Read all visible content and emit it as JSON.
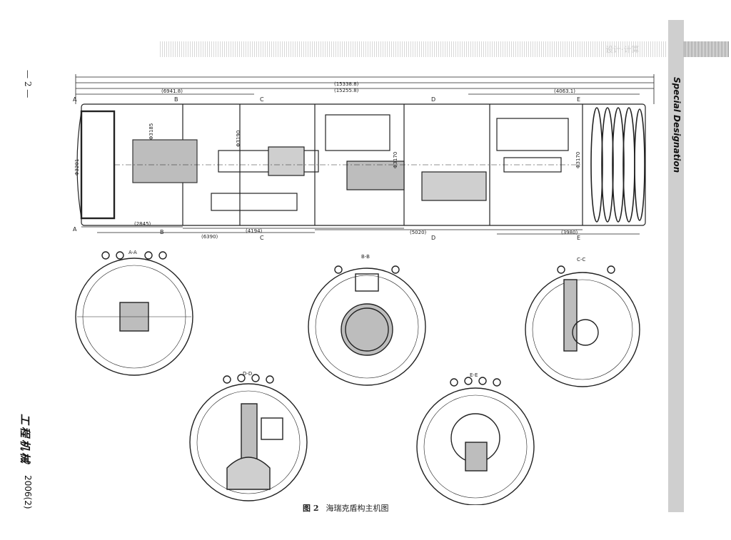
{
  "header": {
    "section_ghost": "设计·计算",
    "band_label": "Special Designation"
  },
  "page": {
    "number": "— 2 —",
    "journal_name": "工程机械",
    "issue": "2006(2)"
  },
  "figure": {
    "caption_num": "图 2",
    "caption_text": "海瑞克盾构主机图",
    "dims_top": [
      "(15338.8)",
      "(15255.8)",
      "(6941.8)",
      "(4063.1)"
    ],
    "dims_bottom": [
      "(2845)",
      "(6390)",
      "(4194)",
      "(5020)",
      "(3980)"
    ],
    "dims_vertical": [
      "Φ3201",
      "Φ3185",
      "Φ3190",
      "Φ3170",
      "Φ3170"
    ],
    "section_marks": [
      "A",
      "A",
      "B",
      "B",
      "C",
      "C",
      "D",
      "D",
      "E",
      "E"
    ],
    "section_titles": [
      "A-A",
      "B-B",
      "C-C",
      "D-D",
      "E-E"
    ]
  }
}
